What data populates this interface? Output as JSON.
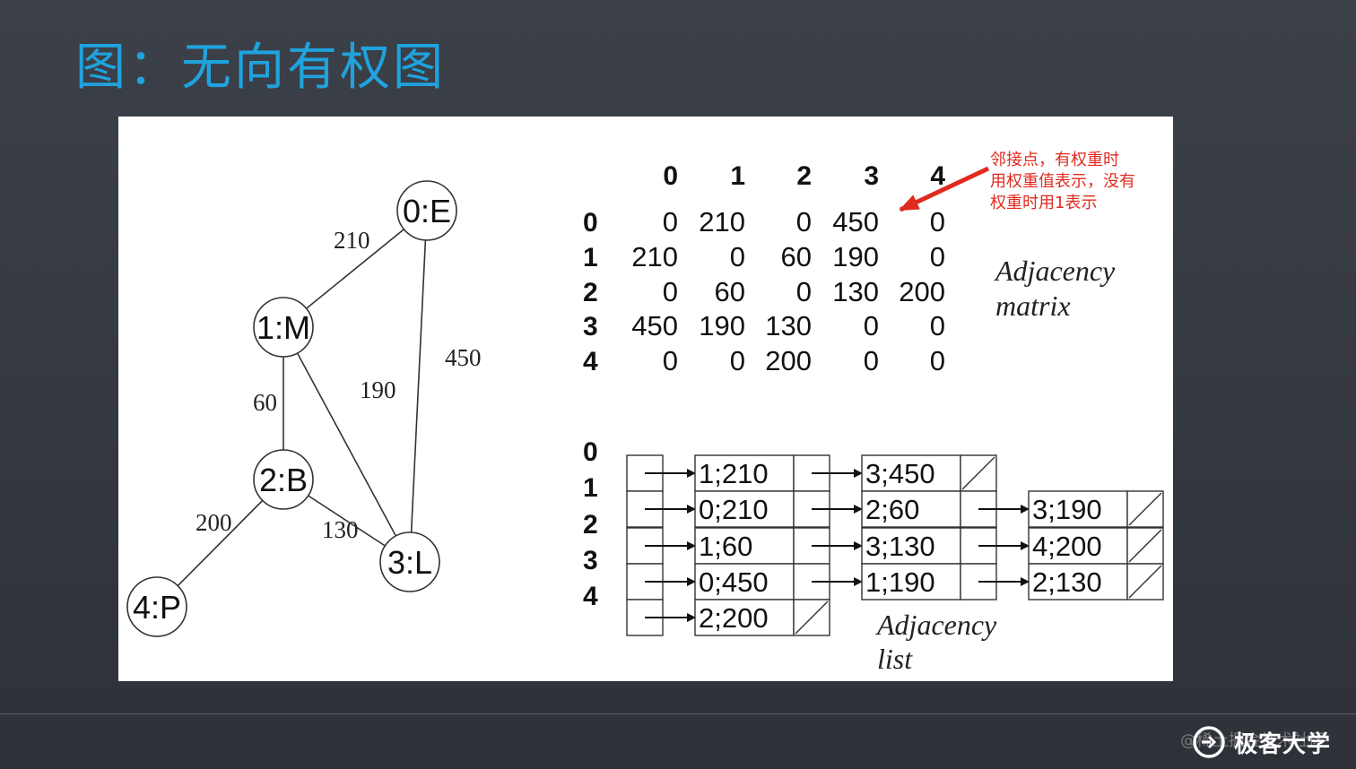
{
  "slide": {
    "title": "图：无向有权图"
  },
  "graph": {
    "nodes": [
      {
        "id": 0,
        "label": "0:E"
      },
      {
        "id": 1,
        "label": "1:M"
      },
      {
        "id": 2,
        "label": "2:B"
      },
      {
        "id": 3,
        "label": "3:L"
      },
      {
        "id": 4,
        "label": "4:P"
      }
    ],
    "edges": [
      {
        "from": 0,
        "to": 1,
        "weight": "210"
      },
      {
        "from": 0,
        "to": 3,
        "weight": "450"
      },
      {
        "from": 1,
        "to": 2,
        "weight": "60"
      },
      {
        "from": 1,
        "to": 3,
        "weight": "190"
      },
      {
        "from": 2,
        "to": 3,
        "weight": "130"
      },
      {
        "from": 2,
        "to": 4,
        "weight": "200"
      }
    ]
  },
  "matrix": {
    "col_headers": [
      "0",
      "1",
      "2",
      "3",
      "4"
    ],
    "row_headers": [
      "0",
      "1",
      "2",
      "3",
      "4"
    ],
    "rows": [
      [
        "0",
        "210",
        "0",
        "450",
        "0"
      ],
      [
        "210",
        "0",
        "60",
        "190",
        "0"
      ],
      [
        "0",
        "60",
        "0",
        "130",
        "200"
      ],
      [
        "450",
        "190",
        "130",
        "0",
        "0"
      ],
      [
        "0",
        "0",
        "200",
        "0",
        "0"
      ]
    ],
    "caption_line1": "Adjacency",
    "caption_line2": "matrix"
  },
  "annotation": {
    "lines": [
      "邻接点，有权重时",
      "用权重值表示，没有",
      "权重时用1表示"
    ],
    "color": "#e02b20"
  },
  "adjacency_list": {
    "row_headers": [
      "0",
      "1",
      "2",
      "3",
      "4"
    ],
    "lists": [
      [
        "1;210",
        "3;450"
      ],
      [
        "0;210",
        "2;60",
        "3;190"
      ],
      [
        "1;60",
        "3;130",
        "4;200"
      ],
      [
        "0;450",
        "1;190",
        "2;130"
      ],
      [
        "2;200"
      ]
    ],
    "caption_line1": "Adjacency",
    "caption_line2": "list"
  },
  "footer": {
    "brand": "极客大学",
    "watermark": "@稀土掘金技术社区"
  },
  "colors": {
    "title": "#1fa3df",
    "background": "#363940",
    "figure_background": "#ffffff"
  }
}
